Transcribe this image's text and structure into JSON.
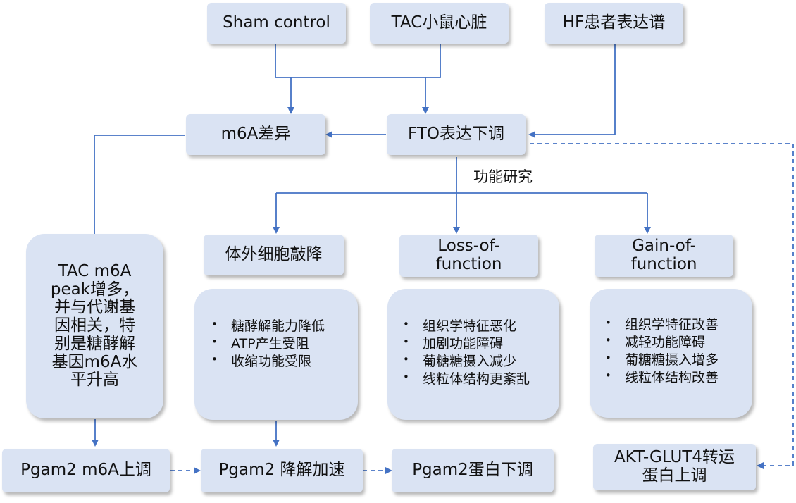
{
  "top": {
    "sham": "Sham control",
    "tac": "TAC小鼠心脏",
    "hf": "HF患者表达谱"
  },
  "middle": {
    "m6a": "m6A差异",
    "fto": "FTO表达下调",
    "study_label": "功能研究"
  },
  "left_finding": [
    "TAC m6A",
    "peak增多，",
    "并与代谢基",
    "因相关，特",
    "别是糖酵解",
    "基因m6A水",
    "平升高"
  ],
  "branches": {
    "knockdown": {
      "title": [
        "体外细胞敲降"
      ],
      "items": [
        "糖酵解能力降低",
        "ATP产生受阻",
        "收缩功能受限"
      ]
    },
    "loss": {
      "title": [
        "Loss-of-",
        "function"
      ],
      "items": [
        "组织学特征恶化",
        "加剧功能障碍",
        "葡糖糖摄入减少",
        "线粒体结构更紊乱"
      ]
    },
    "gain": {
      "title": [
        "Gain-of-",
        "function"
      ],
      "items": [
        "组织学特征改善",
        "减轻功能障碍",
        "葡糖糖摄入增多",
        "线粒体结构改善"
      ]
    }
  },
  "bottom": {
    "pgam2_m6a": "Pgam2 m6A上调",
    "pgam2_degrade": "Pgam2 降解加速",
    "pgam2_protein": "Pgam2蛋白下调",
    "akt": [
      "AKT-GLUT4转运",
      "蛋白上调"
    ]
  },
  "colors": {
    "box_fill": "#dae3f3",
    "connector": "#4472c4"
  }
}
